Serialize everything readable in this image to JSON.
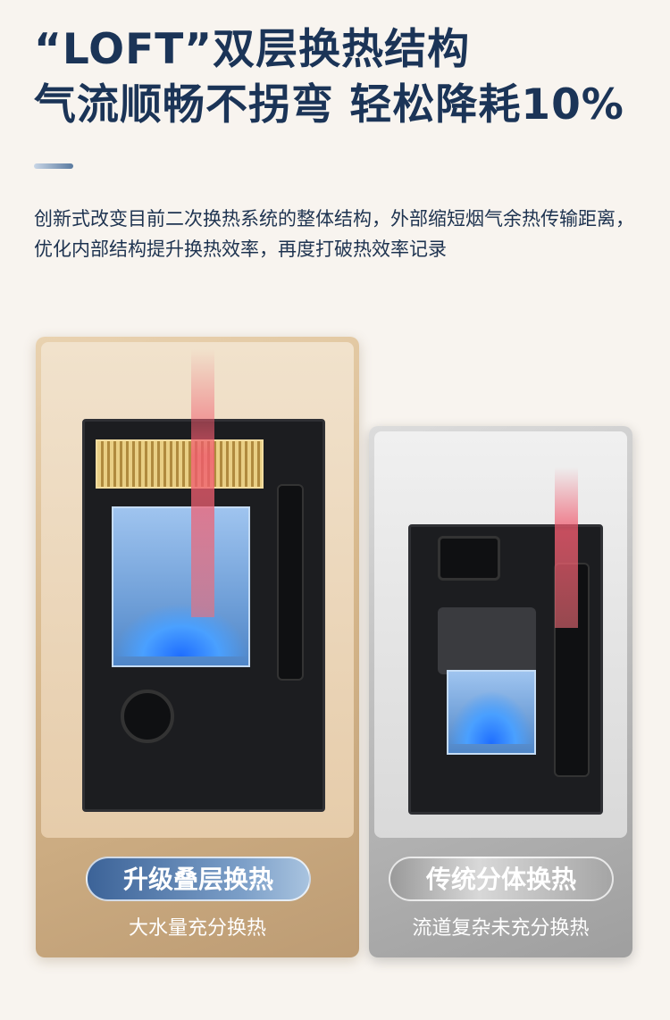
{
  "header": {
    "title_line1": "“LOFT”双层换热结构",
    "title_line2": "气流顺畅不拐弯 轻松降耗10%",
    "description": "创新式改变目前二次换热系统的整体结构，外部缩短烟气余热传输距离，优化内部结构提升换热效率，再度打破热效率记录"
  },
  "comparison": [
    {
      "label": "升级叠层换热",
      "subtitle": "大水量充分换热"
    },
    {
      "label": "传统分体换热",
      "subtitle": "流道复杂未充分换热"
    }
  ]
}
